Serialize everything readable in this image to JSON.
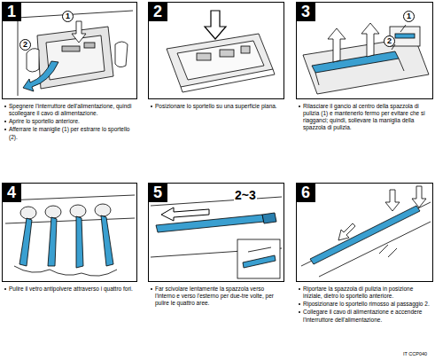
{
  "diagram": {
    "nodes": [
      {
        "text": [
          "Spegnere l'interruttore dell'alimentazione, quindi scollegare il cavo di alimentazione.",
          "Aprire lo sportello anteriore.",
          "Afferrare le maniglie (1) per estrarre lo sportello (2)."
        ]
      },
      {
        "text": [
          "1"
        ],
        "in": 0
      },
      {
        "text": [
          "Posizionare lo sportello su una superficie piana."
        ]
      },
      {
        "text": [
          "2"
        ],
        "in": 2
      },
      {
        "text": [
          "Rilasciare il gancio al centro della spazzola di pulizia (1) e mantenerlo fermo per evitare che si riagganci; quindi, sollevare la maniglia della spazzola di pulizia."
        ]
      },
      {
        "text": [
          "3"
        ],
        "in": 4
      },
      {
        "text": [
          "Pulire il vetro antipolvere attraverso i quattro fori."
        ]
      },
      {
        "text": [
          "4"
        ],
        "in": 6
      },
      {
        "text": [
          "Far scivolare lentamente la spazzola verso l'interno e verso l'esterno per due-tre volte, per pulire le quattro aree."
        ]
      },
      {
        "text": [
          "5"
        ],
        "in": 8
      },
      {
        "text": [
          "Riportare la spazzola di pulizia in posizione iniziale, dietro lo sportello anteriore.",
          "Riposizionare lo sportello rimosso al passaggio 2.",
          "Collegare il cavo di alimentazione e accendere l'interruttore dell'alimentazione."
        ]
      },
      {
        "text": [
          "6"
        ],
        "in": 10
      }
    ],
    "labels": [
      "1",
      "2",
      "1",
      "2",
      "2~3",
      "IT CCP040"
    ]
  }
}
